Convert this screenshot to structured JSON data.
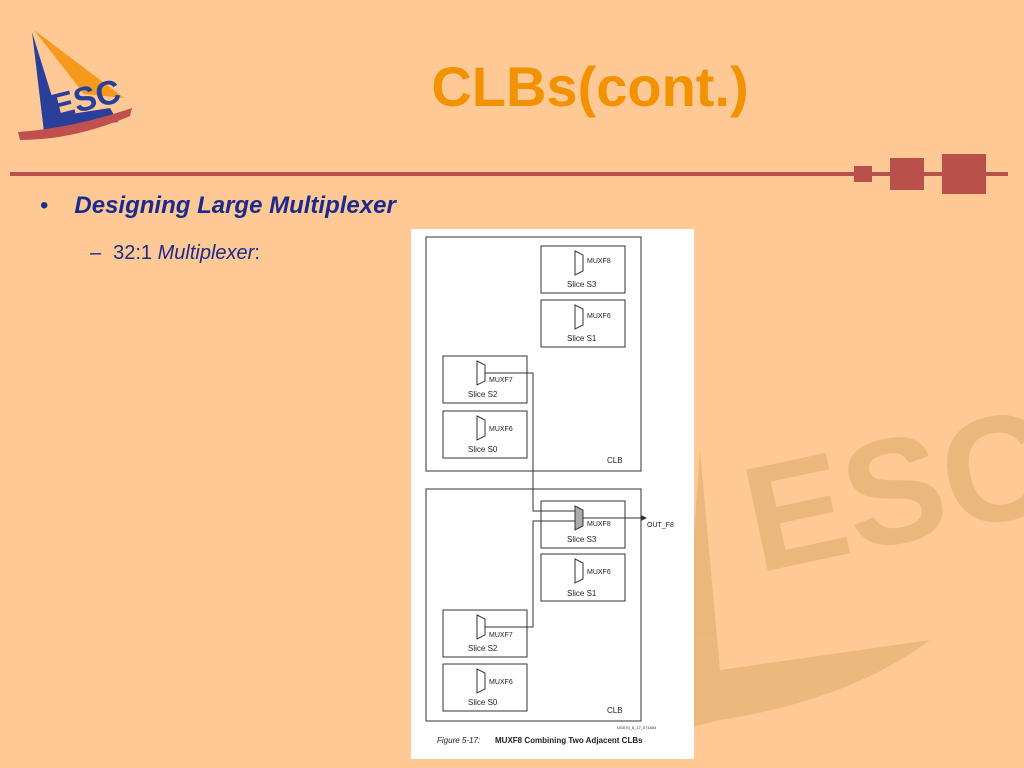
{
  "logo": {
    "text": "ESC"
  },
  "slide": {
    "title": "CLBs(cont.)"
  },
  "bullets": {
    "level1_marker": "•",
    "level1_text": "Designing Large Multiplexer",
    "level2_marker": "–",
    "level2_number": "32:1",
    "level2_italic": "Multiplexer",
    "level2_suffix": ":"
  },
  "figure": {
    "top_clb": {
      "label": "CLB",
      "slices": [
        {
          "mux": "MUXF8",
          "slice": "Slice S3"
        },
        {
          "mux": "MUXF6",
          "slice": "Slice S1"
        },
        {
          "mux": "MUXF7",
          "slice": "Slice S2"
        },
        {
          "mux": "MUXF6",
          "slice": "Slice S0"
        }
      ]
    },
    "bottom_clb": {
      "label": "CLB",
      "slices": [
        {
          "mux": "MUXF8",
          "slice": "Slice S3"
        },
        {
          "mux": "MUXF6",
          "slice": "Slice S1"
        },
        {
          "mux": "MUXF7",
          "slice": "Slice S2"
        },
        {
          "mux": "MUXF6",
          "slice": "Slice S0"
        }
      ]
    },
    "output_label": "OUT_F8",
    "figure_id": "UG070_5_17_071604",
    "caption_number": "Figure 5-17:",
    "caption_text": "MUXF8 Combining Two Adjacent CLBs"
  },
  "colors": {
    "background": "#fec994",
    "title": "#f39200",
    "text": "#1a2b8c",
    "rule": "#b9504c",
    "logo_blue": "#2a3f9a",
    "logo_orange": "#f59a1c",
    "watermark": "#e7b67a"
  }
}
